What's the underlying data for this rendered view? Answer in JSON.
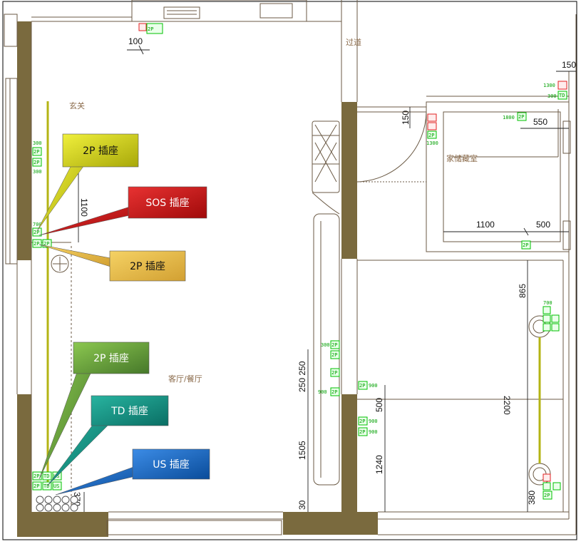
{
  "rooms": {
    "entry": "玄关",
    "corridor": "过道",
    "storage": "家储藏室",
    "living": "客厅/餐厅"
  },
  "dimensions": {
    "d100": "100",
    "d150a": "150",
    "d150b": "150",
    "d550": "550",
    "d1100a": "1100",
    "d1100b": "1100",
    "d500a": "500",
    "d865": "865",
    "d2200": "2200",
    "d500b": "500",
    "d1240": "1240",
    "d380": "380",
    "d250_250": "250 250",
    "d1505": "1505",
    "d30": "30",
    "d370": "370"
  },
  "callouts": [
    {
      "label": "2P 插座",
      "color": "#c8c814"
    },
    {
      "label": "SOS 插座",
      "color": "#c81414"
    },
    {
      "label": "2P 插座",
      "color": "#e0b43c"
    },
    {
      "label": "2P 插座",
      "color": "#5a8c32"
    },
    {
      "label": "TD 插座",
      "color": "#148c82"
    },
    {
      "label": "US 插座",
      "color": "#1464b4"
    }
  ],
  "sockets": {
    "s2p": "2P",
    "sos": "SOS",
    "td": "TD",
    "us": "US",
    "n300": "300",
    "n700": "700",
    "n900": "900",
    "n1300": "1300",
    "n1800": "1800"
  },
  "colors": {
    "wall": "#7a6a3e",
    "socket": "#00c000",
    "conduit": "#b4b414"
  }
}
